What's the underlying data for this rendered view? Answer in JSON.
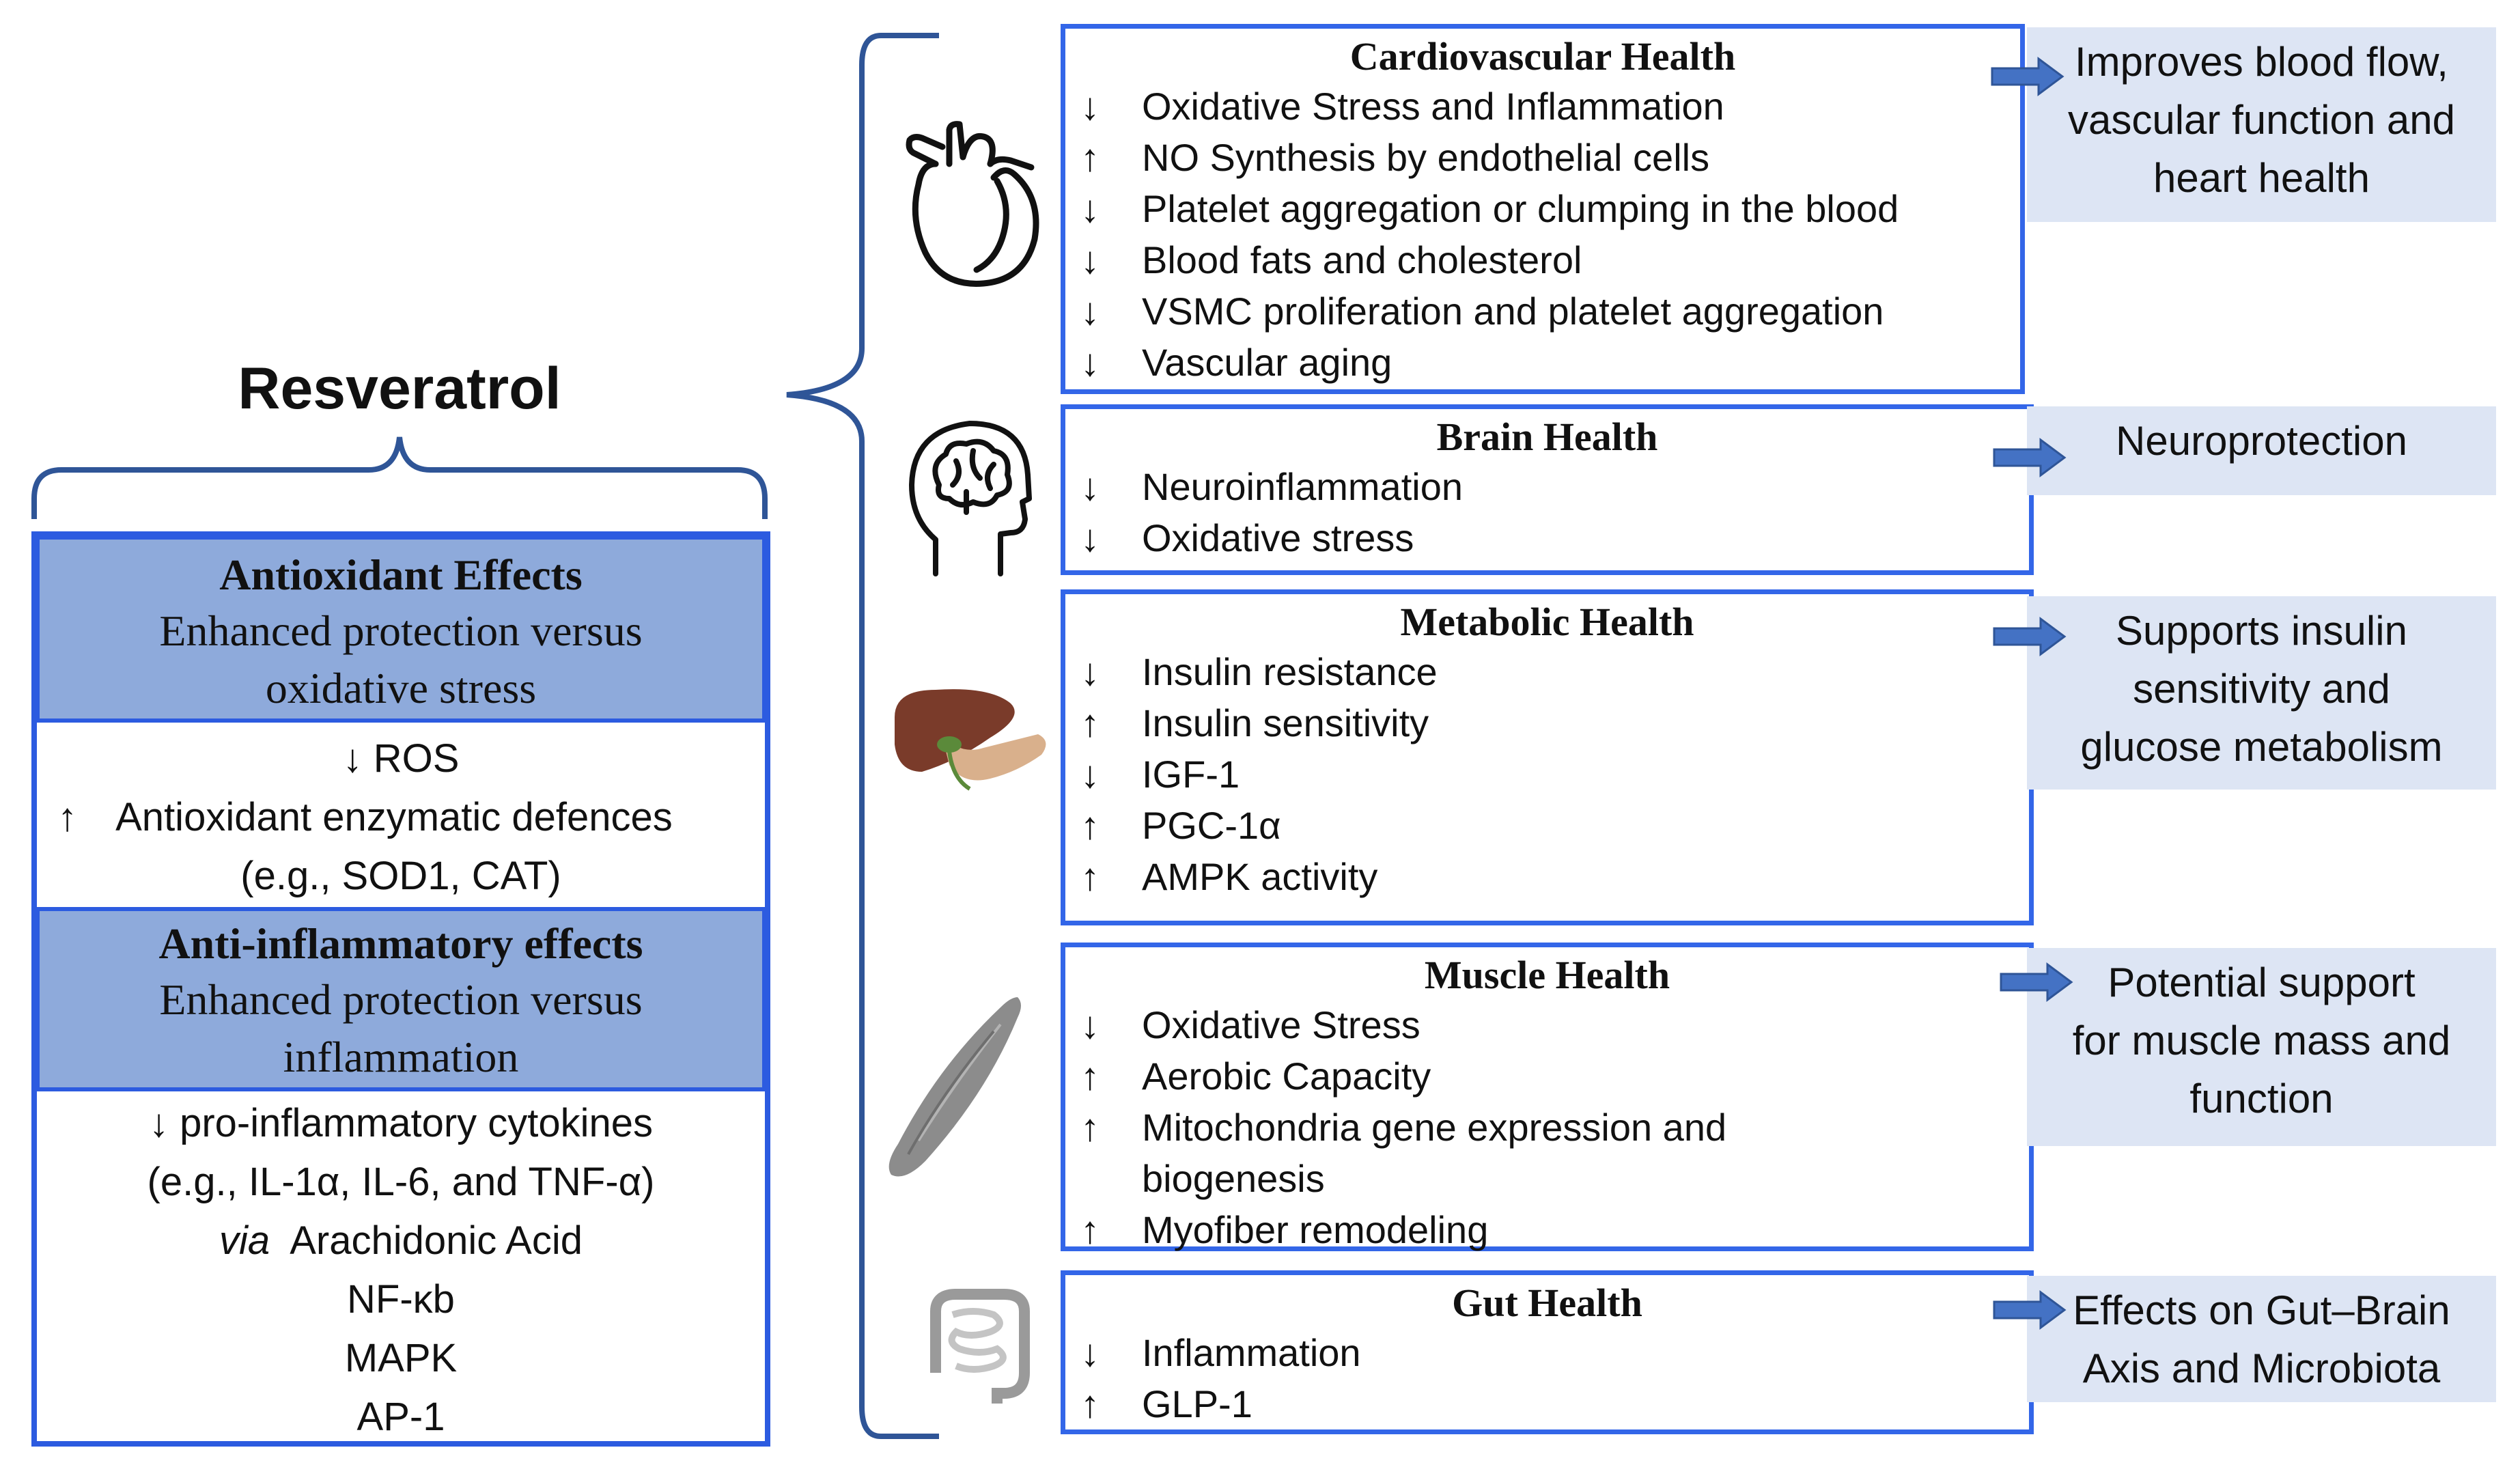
{
  "resveratrol": {
    "title": "Resveratrol",
    "antioxidant": {
      "heading": "Antioxidant Effects",
      "subtitle_1": "Enhanced protection versus",
      "subtitle_2": "oxidative stress",
      "lines": [
        {
          "arrow": "↓",
          "text": "ROS"
        },
        {
          "arrow": "↑",
          "text": "Antioxidant enzymatic defences"
        },
        {
          "arrow": "",
          "text": "(e.g., SOD1, CAT)"
        }
      ]
    },
    "anti_inflammatory": {
      "heading": "Anti-inflammatory effects",
      "subtitle_1": "Enhanced protection versus",
      "subtitle_2": "inflammation",
      "lines": [
        {
          "arrow": "↓",
          "text": "pro-inflammatory cytokines"
        },
        {
          "arrow": "",
          "text": "(e.g., IL-1α, IL-6, and TNF-α)"
        },
        {
          "arrow": "",
          "prefix": "via",
          "text": "Arachidonic Acid"
        },
        {
          "arrow": "",
          "text": "NF-κb"
        },
        {
          "arrow": "",
          "text": "MAPK"
        },
        {
          "arrow": "",
          "text": "AP-1"
        }
      ]
    }
  },
  "sections": [
    {
      "heading": "Cardiovascular Health",
      "icon": "heart-icon",
      "items": [
        {
          "arrow": "↓",
          "text": "Oxidative Stress and Inflammation"
        },
        {
          "arrow": "↑",
          "text": "NO Synthesis by endothelial cells"
        },
        {
          "arrow": "↓",
          "text": "Platelet aggregation or clumping in the blood"
        },
        {
          "arrow": "↓",
          "text": "Blood fats and cholesterol"
        },
        {
          "arrow": "↓",
          "text": "VSMC proliferation and platelet aggregation"
        },
        {
          "arrow": "↓",
          "text": "Vascular aging"
        }
      ],
      "effect": [
        "Improves blood flow,",
        "vascular function and",
        "heart health"
      ]
    },
    {
      "heading": "Brain Health",
      "icon": "brain-head-icon",
      "items": [
        {
          "arrow": "↓",
          "text": "Neuroinflammation"
        },
        {
          "arrow": "↓",
          "text": "Oxidative stress"
        }
      ],
      "effect": [
        "Neuroprotection"
      ]
    },
    {
      "heading": "Metabolic Health",
      "icon": "liver-pancreas-icon",
      "items": [
        {
          "arrow": "↓",
          "text": "Insulin resistance"
        },
        {
          "arrow": "↑",
          "text": "Insulin sensitivity"
        },
        {
          "arrow": "↓",
          "text": "IGF-1"
        },
        {
          "arrow": "↑",
          "text": "PGC-1α"
        },
        {
          "arrow": "↑",
          "text": "AMPK activity"
        }
      ],
      "effect": [
        "Supports insulin",
        "sensitivity and",
        "glucose metabolism"
      ]
    },
    {
      "heading": "Muscle Health",
      "icon": "muscle-icon",
      "items": [
        {
          "arrow": "↓",
          "text": "Oxidative Stress"
        },
        {
          "arrow": "↑",
          "text": "Aerobic Capacity"
        },
        {
          "arrow": "↑",
          "text": "Mitochondria gene expression and"
        },
        {
          "arrow": "",
          "text": "biogenesis"
        },
        {
          "arrow": "↑",
          "text": "Myofiber remodeling"
        }
      ],
      "effect": [
        "Potential support",
        "for muscle mass and",
        "function"
      ]
    },
    {
      "heading": "Gut Health",
      "icon": "intestine-icon",
      "items": [
        {
          "arrow": "↓",
          "text": "Inflammation"
        },
        {
          "arrow": "↑",
          "text": "GLP-1"
        }
      ],
      "effect": [
        "Effects on Gut–Brain",
        "Axis and Microbiota"
      ]
    }
  ],
  "colors": {
    "box_border": "#2c5be0",
    "header_fill": "#8eaadb",
    "effect_fill": "#dde5f4",
    "bracket": "#2f5597",
    "arrow_fill": "#4472c4"
  }
}
